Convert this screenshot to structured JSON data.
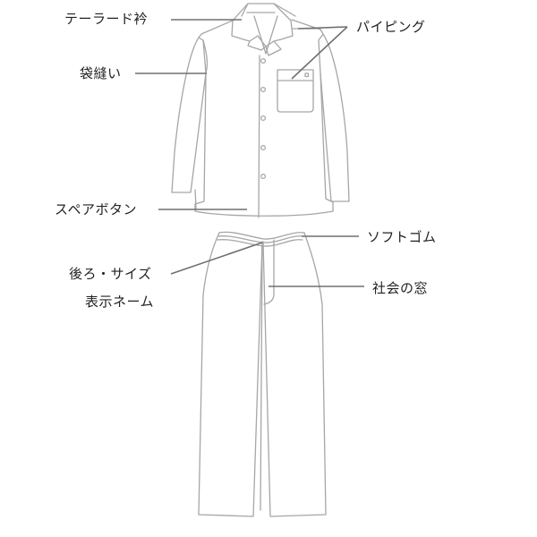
{
  "diagram": {
    "subject": "pajama set (shirt and pants) line illustration",
    "colors": {
      "garment_outline": "#a6a6a6",
      "leader_line": "#707070",
      "text": "#222222",
      "background": "#ffffff"
    }
  },
  "labels": {
    "tailored_collar": "テーラード衿",
    "piping": "パイピング",
    "bag_seam": "袋縫い",
    "spare_button": "スペアボタン",
    "soft_elastic": "ソフトゴム",
    "back_size_label_line1": "後ろ・サイズ",
    "back_size_label_line2": "表示ネーム",
    "fly_window": "社会の窓"
  }
}
